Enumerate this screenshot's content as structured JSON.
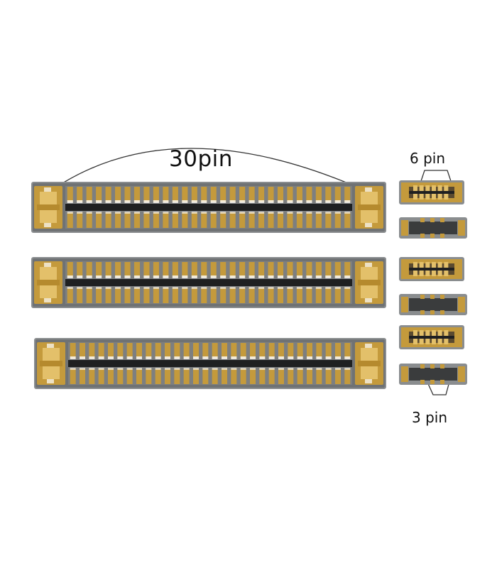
{
  "labels": {
    "large_connector": "30pin",
    "top_small_connector": "6 pin",
    "bottom_small_connector": "3 pin"
  },
  "colors": {
    "gold": "#c49a3c",
    "gold_light": "#e3c06a",
    "body_gray": "#8a8d8f",
    "body_dark": "#3a3c3d",
    "slot_black": "#1f2021",
    "line": "#333333"
  },
  "connectors": {
    "large": [
      {
        "name": "connector-30pin-1",
        "pins_per_row": 30
      },
      {
        "name": "connector-30pin-2",
        "pins_per_row": 30
      },
      {
        "name": "connector-30pin-3",
        "pins_per_row": 30
      }
    ],
    "small": [
      {
        "name": "connector-6pin-1",
        "pins": 6
      },
      {
        "name": "connector-3pin-1",
        "pins": 3
      },
      {
        "name": "connector-6pin-2",
        "pins": 6
      },
      {
        "name": "connector-3pin-2",
        "pins": 3
      },
      {
        "name": "connector-6pin-3",
        "pins": 6
      },
      {
        "name": "connector-3pin-3",
        "pins": 3
      }
    ]
  }
}
